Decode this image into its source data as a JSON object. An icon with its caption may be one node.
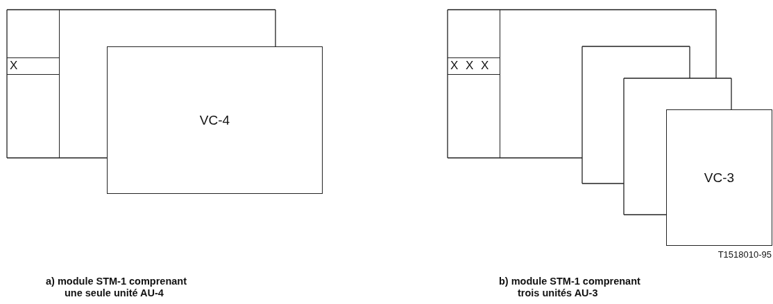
{
  "diagram": {
    "nodes": [
      {
        "text": [],
        "shape": "box"
      },
      {
        "text": [
          "X"
        ],
        "in": 0
      },
      {
        "text": [
          "VC-4"
        ]
      },
      {
        "text": [],
        "shape": "box"
      },
      {
        "text": [
          "X X X"
        ],
        "in": 3
      },
      {
        "text": [],
        "shape": "box"
      },
      {
        "text": [],
        "shape": "box"
      },
      {
        "text": [
          "VC-3"
        ]
      }
    ],
    "edges": [],
    "labels": [
      "T1518010-95",
      "a) module STM-1 comprenant une seule unité AU-4",
      "b) module STM-1 comprenant trois unités AU-3"
    ]
  }
}
